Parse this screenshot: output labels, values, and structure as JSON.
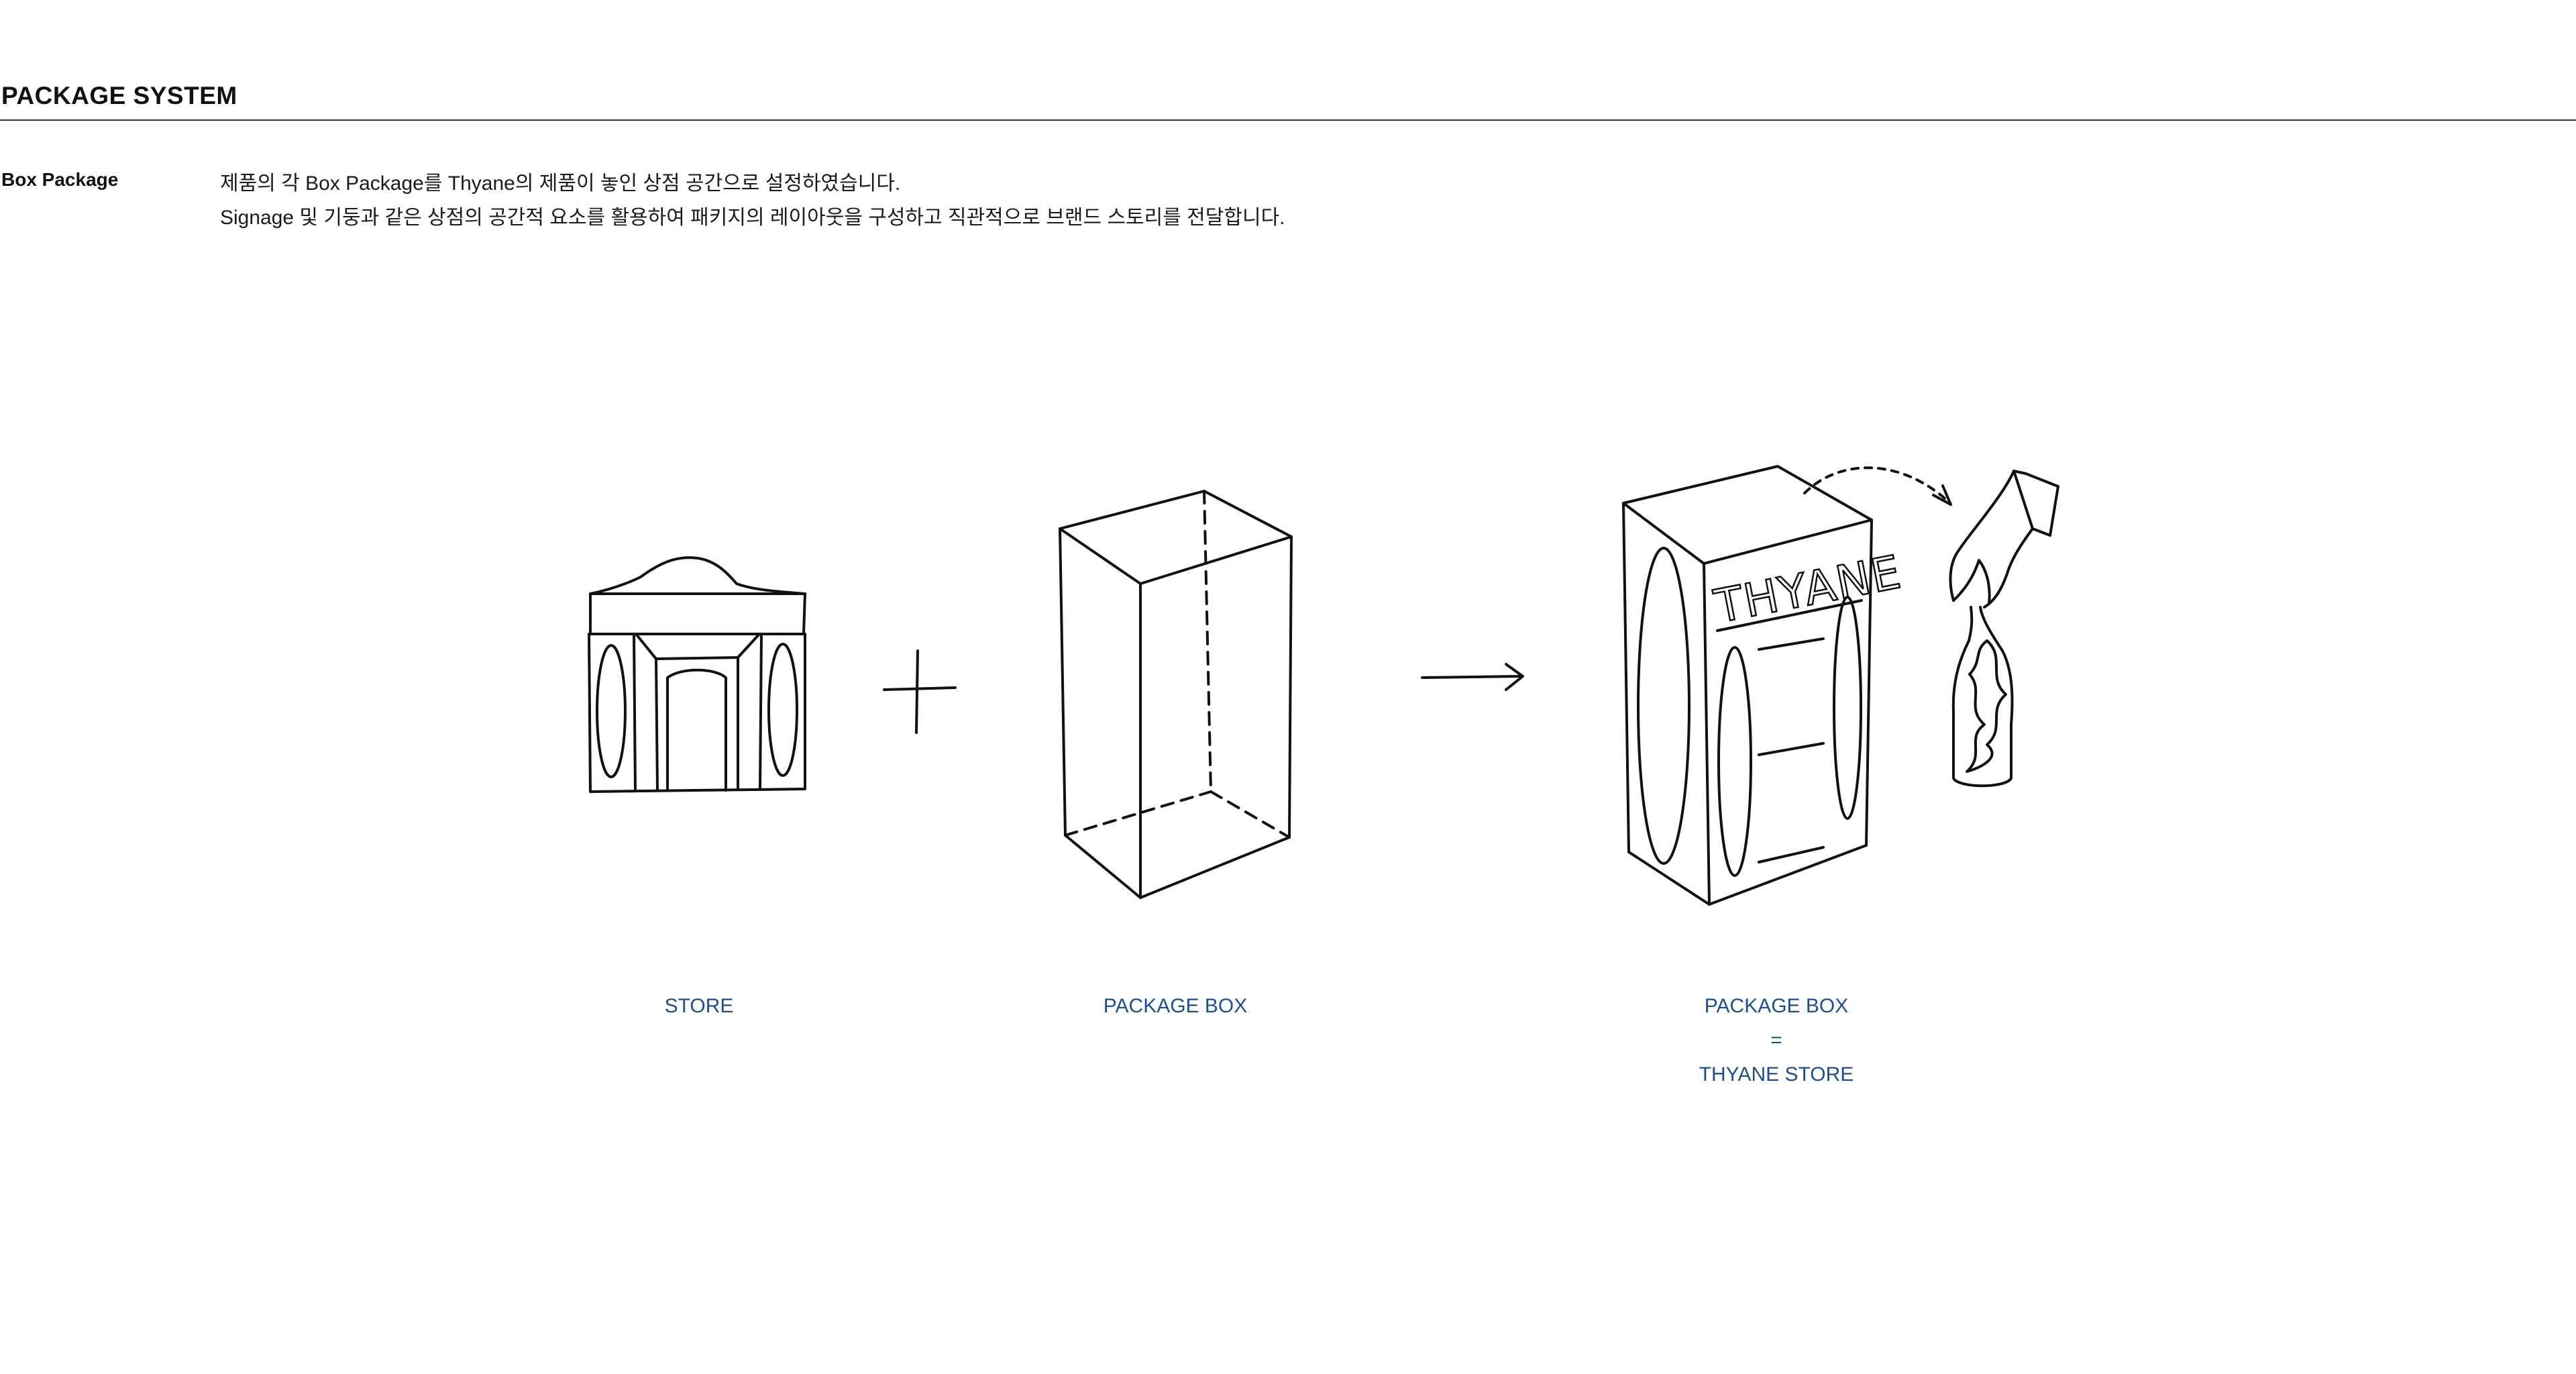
{
  "header": {
    "title": "PACKAGE SYSTEM"
  },
  "row": {
    "label": "Box Package",
    "lines": [
      "제품의 각 Box Package를 Thyane의 제품이 놓인 상점 공간으로 설정하였습니다.",
      "Signage 및 기둥과 같은 상점의 공간적 요소를 활용하여 패키지의 레이아웃을 구성하고 직관적으로 브랜드 스토리를 전달합니다."
    ]
  },
  "diagram": {
    "box_lettering": "THYANE",
    "captions": {
      "store": "STORE",
      "package_box": "PACKAGE BOX",
      "result_line1": "PACKAGE BOX",
      "result_line2": "=",
      "result_line3": "THYANE STORE"
    },
    "colors": {
      "caption": "#1e4f8c",
      "ink": "#111111"
    }
  }
}
